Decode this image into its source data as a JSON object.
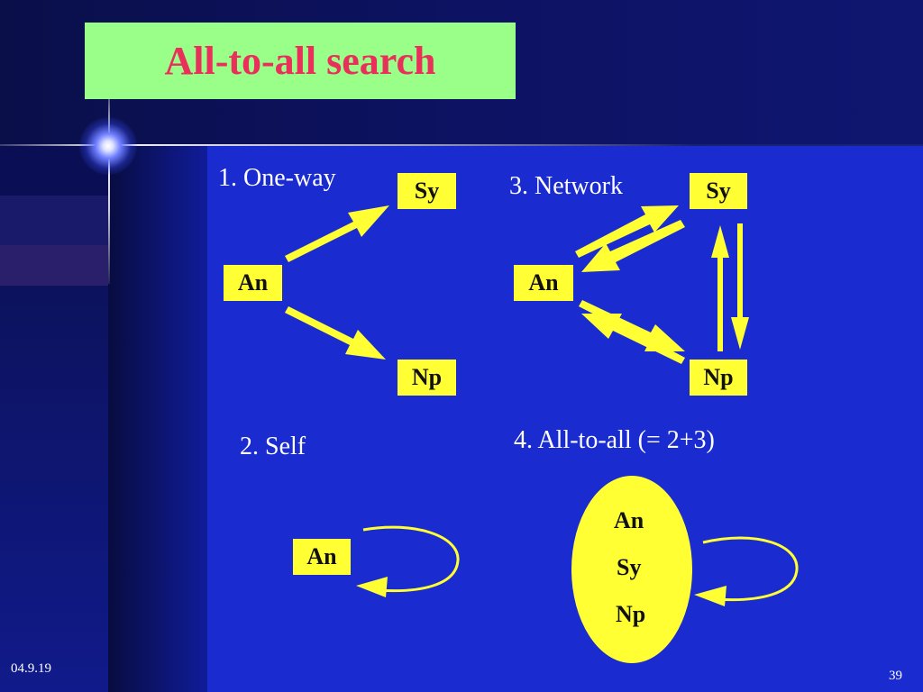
{
  "slide": {
    "title": "All-to-all search",
    "date": "04.9.19",
    "page_number": "39"
  },
  "sections": {
    "one_way": "1. One-way",
    "self": "2. Self",
    "network": "3. Network",
    "all_to_all": "4. All-to-all (= 2+3)"
  },
  "nodes": {
    "an": "An",
    "sy": "Sy",
    "np": "Np"
  },
  "colors": {
    "node_fill": "#ffff33",
    "arrow": "#ffff33",
    "title_bg": "#99ff88",
    "title_text": "#e8305a",
    "background": "#1a2bd0"
  }
}
